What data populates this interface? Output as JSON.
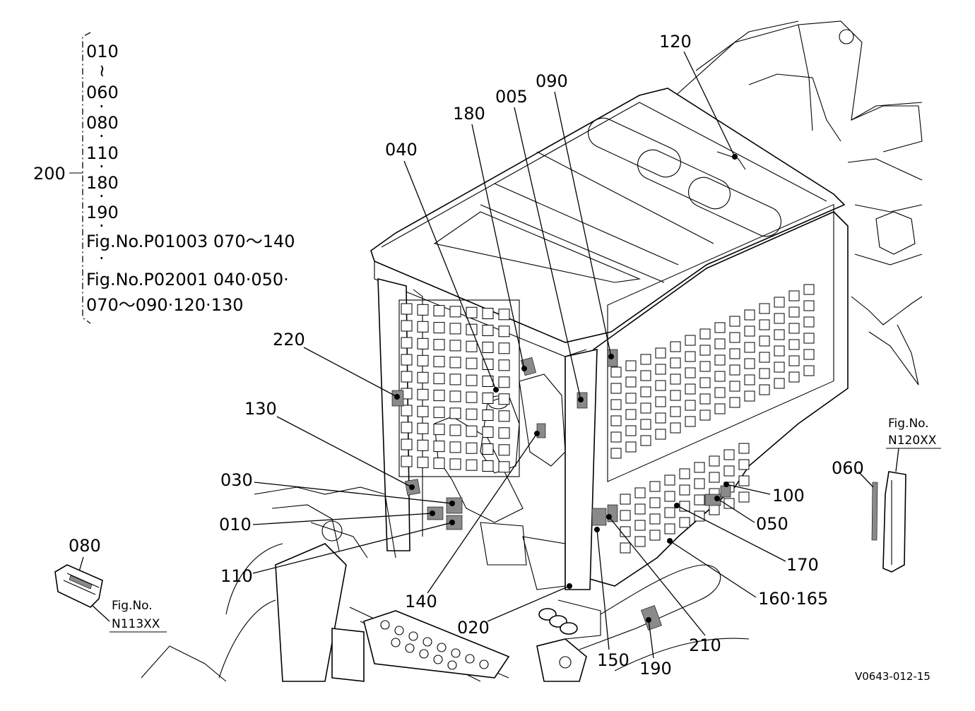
{
  "diagram": {
    "drawing_code": "V0643-012-15",
    "legend": {
      "group_label": "200",
      "lines": [
        "010",
        "≀",
        "060",
        "·",
        "080",
        "·",
        "110",
        "·",
        "180",
        "·",
        "190",
        "·",
        "Fig.No.P01003  070～140",
        "·",
        "Fig.No.P02001  040·050·",
        "070～090·120·130"
      ]
    },
    "callouts": [
      {
        "label": "120"
      },
      {
        "label": "005"
      },
      {
        "label": "090"
      },
      {
        "label": "180"
      },
      {
        "label": "040"
      },
      {
        "label": "220"
      },
      {
        "label": "130"
      },
      {
        "label": "030"
      },
      {
        "label": "010"
      },
      {
        "label": "110"
      },
      {
        "label": "140"
      },
      {
        "label": "020"
      },
      {
        "label": "150"
      },
      {
        "label": "190"
      },
      {
        "label": "210"
      },
      {
        "label": "160·165"
      },
      {
        "label": "170"
      },
      {
        "label": "050"
      },
      {
        "label": "100"
      }
    ],
    "insets": [
      {
        "callout": "080",
        "fig_line1": "Fig.No.",
        "fig_line2": "N113XX"
      },
      {
        "callout": "060",
        "fig_line1": "Fig.No.",
        "fig_line2": "N120XX"
      }
    ]
  }
}
